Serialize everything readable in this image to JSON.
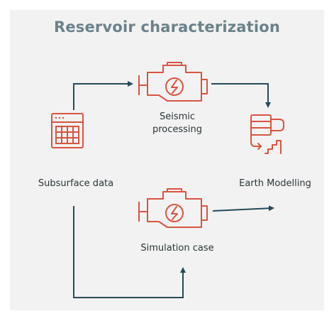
{
  "title": "Reservoir characterization",
  "nodes": {
    "seismic": {
      "line1": "Seismic",
      "line2": "processing",
      "icon": "engine-bolt-icon"
    },
    "subsurface": {
      "label": "Subsurface data",
      "icon": "data-table-icon"
    },
    "earth": {
      "label": "Earth Modelling",
      "icon": "database-chart-icon"
    },
    "simulation": {
      "label": "Simulation case",
      "icon": "engine-bolt-icon"
    }
  },
  "colors": {
    "background": "#f2f2f2",
    "title": "#6b8189",
    "icon": "#d9543f",
    "arrow": "#244b5a",
    "text": "#2a3438"
  }
}
